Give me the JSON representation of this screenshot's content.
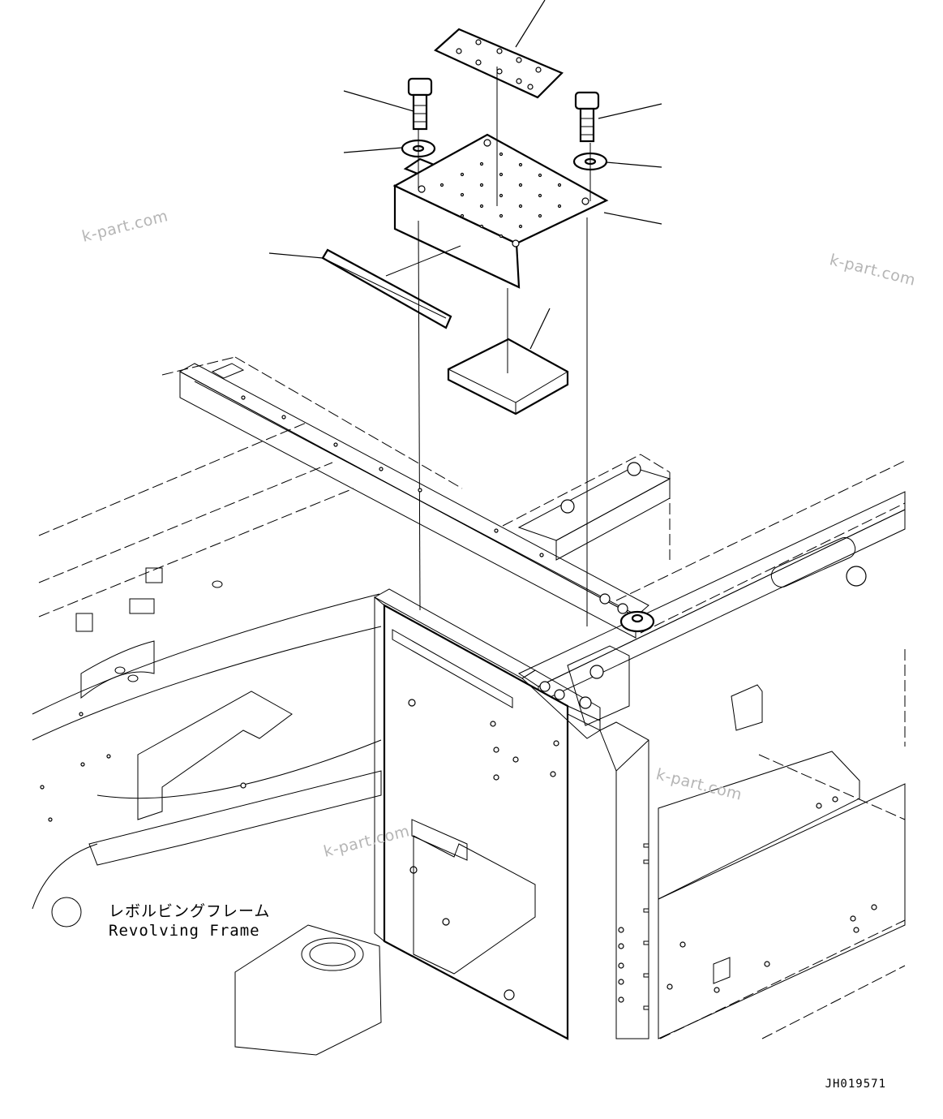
{
  "labels": {
    "frame_jp": "レボルビングフレーム",
    "frame_en": "Revolving Frame",
    "drawing_code": "JH019571"
  },
  "watermarks": [
    "k-part.com",
    "k-part.com",
    "k-part.com",
    "k-part.com"
  ]
}
